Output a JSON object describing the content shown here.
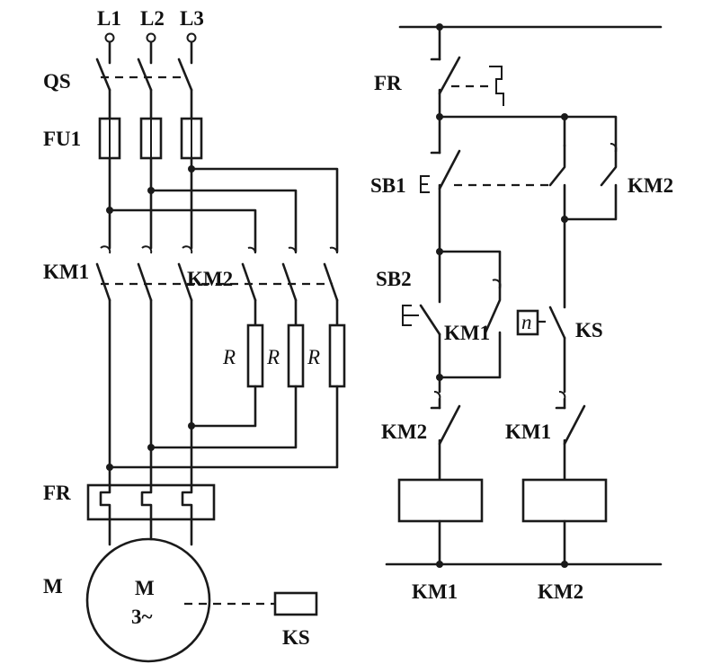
{
  "labels": {
    "L1": "L1",
    "L2": "L2",
    "L3": "L3",
    "QS": "QS",
    "FU1": "FU1",
    "KM1_main": "KM1",
    "KM2_main": "KM2",
    "R": "R",
    "FR_main": "FR",
    "M": "M",
    "motor_M": "M",
    "motor_phase": "3~",
    "KS_motor": "KS",
    "FR_ctrl": "FR",
    "SB1": "SB1",
    "KM2_hold": "KM2",
    "SB2": "SB2",
    "KM1_hold": "KM1",
    "n": "n",
    "KS_ctrl": "KS",
    "KM2_interlock": "KM2",
    "KM1_interlock": "KM1",
    "coil_KM1": "KM1",
    "coil_KM2": "KM2"
  }
}
